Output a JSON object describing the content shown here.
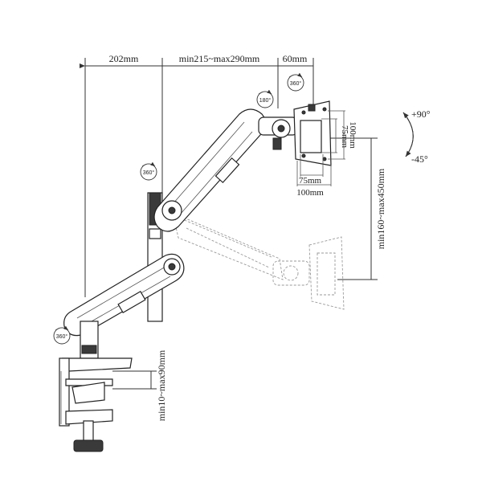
{
  "dimensions": {
    "top_left": "202mm",
    "top_middle": "min215~max290mm",
    "top_right": "60mm",
    "vertical_range": "min160~max450mm",
    "clamp_range": "min10~max90mm",
    "vesa_inner_h": "75mm",
    "vesa_outer_h": "100mm",
    "vesa_inner_w": "75mm",
    "vesa_outer_w": "100mm"
  },
  "rotations": {
    "base": "360°",
    "pole": "360°",
    "elbow": "180°",
    "head": "360°"
  },
  "tilt": {
    "up": "+90°",
    "down": "-45°"
  }
}
